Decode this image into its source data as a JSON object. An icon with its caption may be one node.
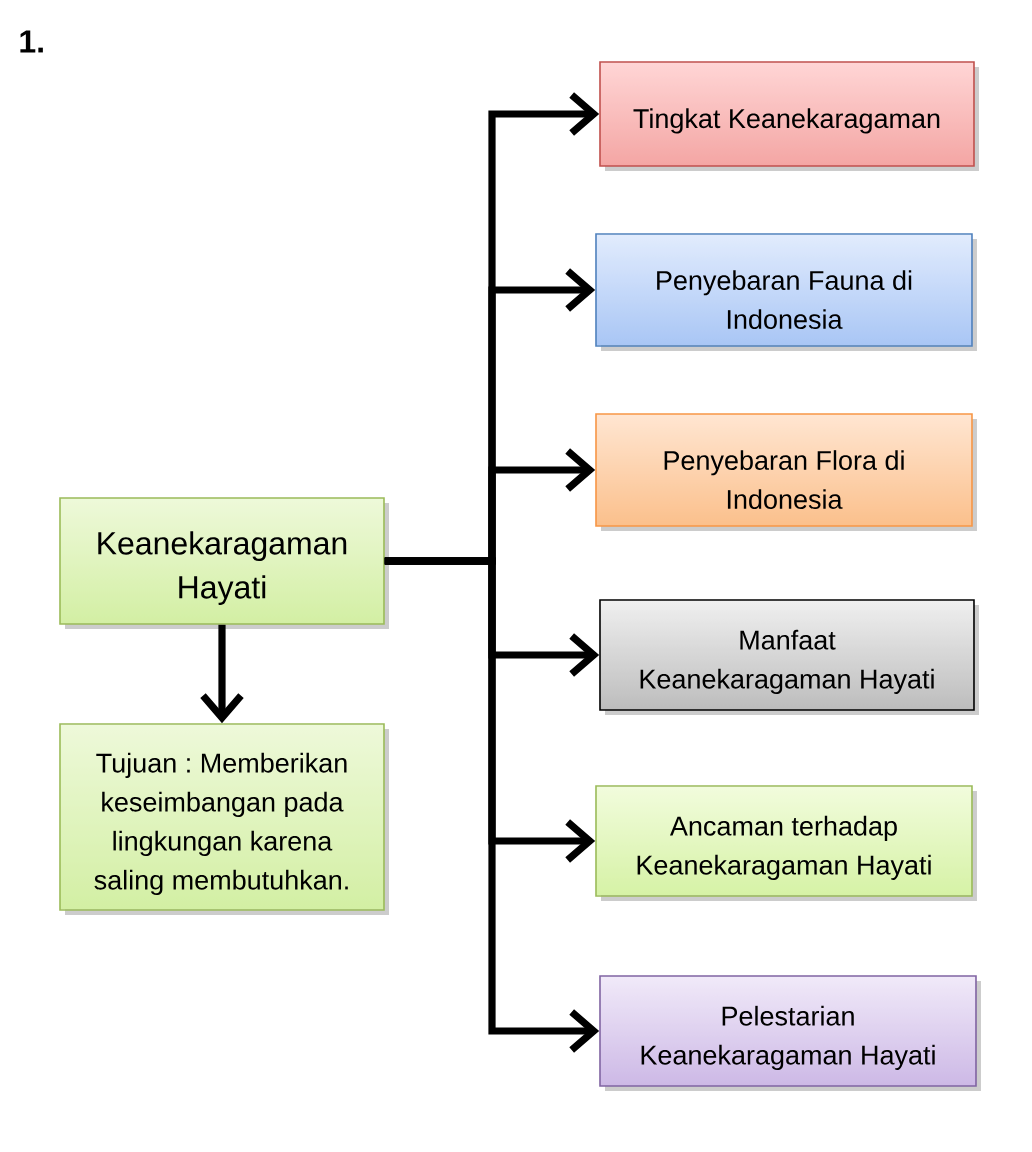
{
  "diagram": {
    "title": "1.",
    "nodes": [
      {
        "text": [
          "Keanekaragaman Hayati"
        ]
      },
      {
        "text": [
          "Tujuan : Memberikan keseimbangan pada lingkungan karena saling membutuhkan."
        ]
      },
      {
        "text": [
          "Tingkat Keanekaragaman"
        ]
      },
      {
        "text": [
          "Penyebaran Fauna di Indonesia"
        ]
      },
      {
        "text": [
          "Penyebaran Flora di Indonesia"
        ]
      },
      {
        "text": [
          "Manfaat Keanekaragaman Hayati"
        ]
      },
      {
        "text": [
          "Ancaman terhadap Keanekaragaman Hayati"
        ]
      },
      {
        "text": [
          "Pelestarian Keanekaragaman Hayati"
        ]
      }
    ],
    "edges": [
      {
        "from": 0,
        "to": 1,
        "arrow": "to"
      },
      {
        "from": 0,
        "to": 2,
        "arrow": "to"
      },
      {
        "from": 0,
        "to": 3,
        "arrow": "to"
      },
      {
        "from": 0,
        "to": 4,
        "arrow": "to"
      },
      {
        "from": 0,
        "to": 5,
        "arrow": "to"
      },
      {
        "from": 0,
        "to": 6,
        "arrow": "to"
      },
      {
        "from": 0,
        "to": 7,
        "arrow": "to"
      }
    ]
  }
}
